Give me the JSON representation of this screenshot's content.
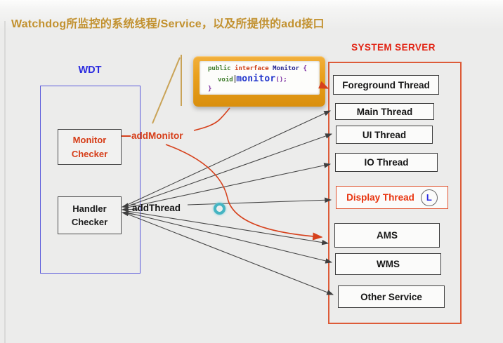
{
  "page": {
    "title": "Watchdog所监控的系统线程/Service，以及所提供的add接口"
  },
  "colors": {
    "title": "#c2912f",
    "wdt_blue": "#2a2ae0",
    "red_accent": "#d63d18",
    "system_server_red": "#e22313",
    "container_border": "#dd5b38",
    "code_box_gold": "#e9a01d",
    "pointer_ring": "#45b4c2",
    "background": "#ececeb"
  },
  "wdt": {
    "label": "WDT",
    "monitor_checker": {
      "line1": "Monitor",
      "line2": "Checker"
    },
    "handler_checker": {
      "line1": "Handler",
      "line2": "Checker"
    },
    "add_monitor_label": "addMonitor",
    "add_thread_label": "addThread"
  },
  "code_tooltip": {
    "l1_public": "public",
    "l1_interface": "interface",
    "l1_type": "Monitor",
    "l1_open": "{",
    "l2_void": "void",
    "l2_method": "monitor",
    "l2_punct": "();",
    "l3_close": "}"
  },
  "system_server": {
    "label": "SYSTEM SERVER",
    "threads": [
      {
        "label": "Foreground Thread"
      },
      {
        "label": "Main Thread"
      },
      {
        "label": "UI Thread"
      },
      {
        "label": "IO Thread"
      },
      {
        "label": "Display Thread",
        "badge": "L"
      },
      {
        "label": "AMS"
      },
      {
        "label": "WMS"
      },
      {
        "label": "Other Service"
      }
    ]
  }
}
